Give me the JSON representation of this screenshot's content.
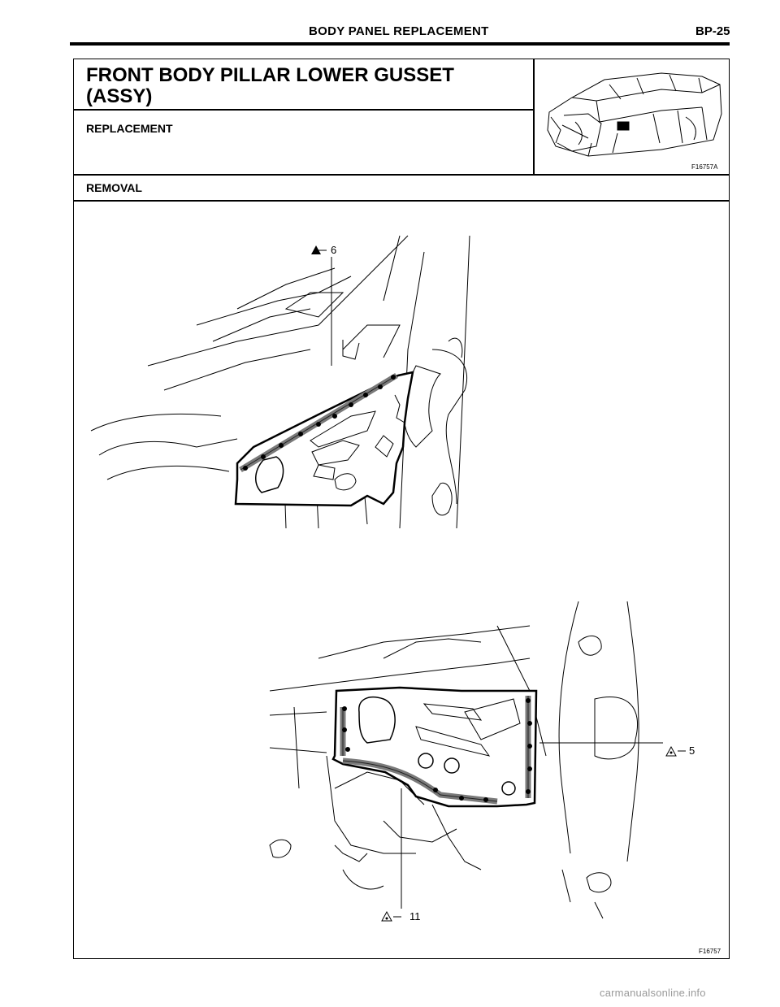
{
  "header": {
    "title": "BODY PANEL REPLACEMENT",
    "page": "BP-25"
  },
  "section": {
    "title": "FRONT BODY PILLAR LOWER GUSSET (ASSY)",
    "subtitle": "REPLACEMENT",
    "step": "REMOVAL"
  },
  "figures": {
    "thumbnail_code": "F16757A",
    "main_code": "F16757"
  },
  "callouts": [
    {
      "label": "6"
    },
    {
      "label": "5"
    },
    {
      "label": "11"
    }
  ],
  "watermark": "carmanualsonline.info"
}
